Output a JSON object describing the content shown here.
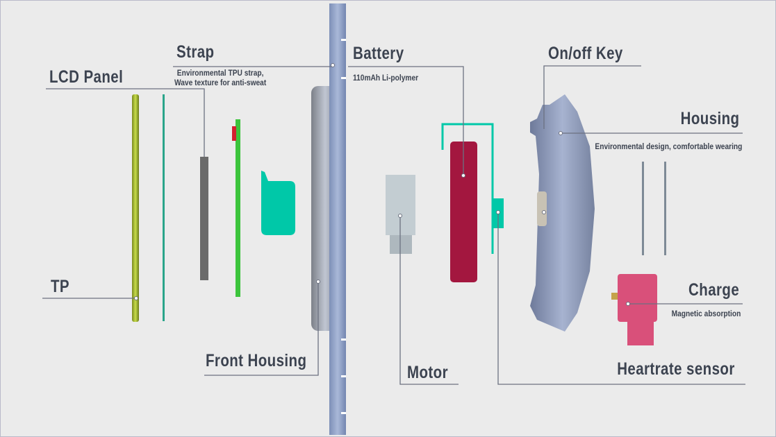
{
  "labels": {
    "strap": {
      "title": "Strap",
      "desc_line1": "Environmental TPU strap,",
      "desc_line2": "Wave texture for anti-sweat"
    },
    "lcd": {
      "title": "LCD Panel"
    },
    "tp": {
      "title": "TP"
    },
    "front_housing": {
      "title": "Front Housing"
    },
    "battery": {
      "title": "Battery",
      "desc": "110mAh Li-polymer"
    },
    "motor": {
      "title": "Motor"
    },
    "onoff": {
      "title": "On/off Key"
    },
    "housing": {
      "title": "Housing",
      "desc": "Environmental design, comfortable wearing"
    },
    "charge": {
      "title": "Charge",
      "desc": "Magnetic absorption"
    },
    "heartrate": {
      "title": "Heartrate sensor"
    }
  },
  "colors": {
    "background": "#ebebeb",
    "label": "#3c4350",
    "leader": "#6c7180",
    "battery": "#a3173f",
    "teal": "#00c8a8",
    "pcb": "#3cc43c",
    "charge": "#d9507a",
    "housing": "#8d9bbd"
  }
}
